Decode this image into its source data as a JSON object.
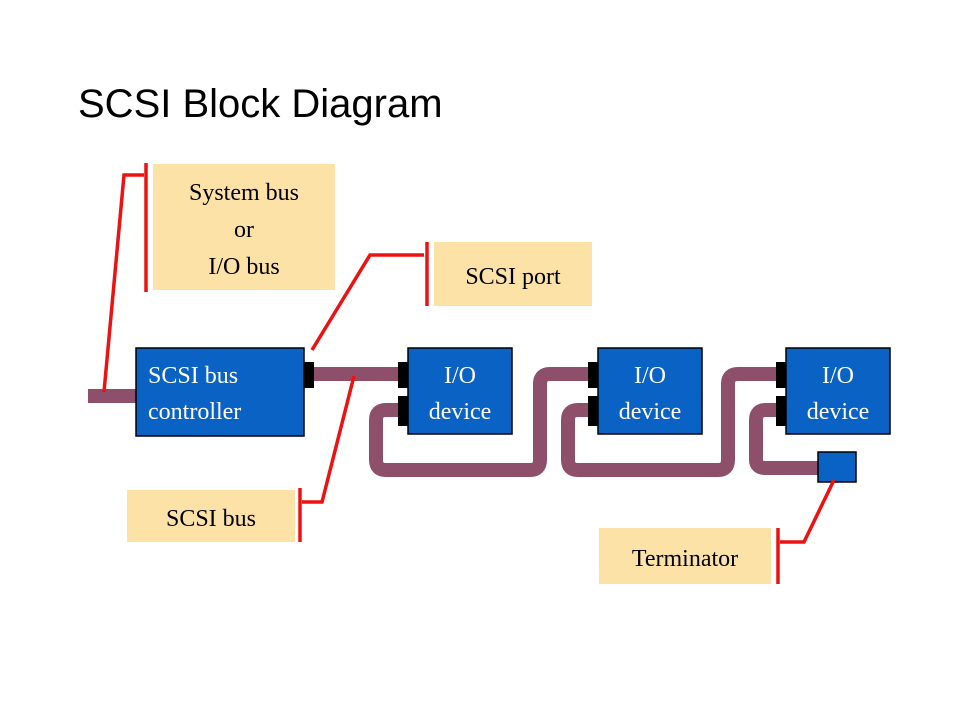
{
  "title": "SCSI Block Diagram",
  "colors": {
    "bus": "#8e4f6b",
    "box_fill": "#0a63c4",
    "box_stroke": "#000000",
    "connector": "#000000",
    "callout_fill": "#fde2a8",
    "leader_line": "#ee1111",
    "box_text": "#ffffff",
    "callout_text": "#000000"
  },
  "callouts": {
    "system_bus": [
      "System bus",
      "or",
      "I/O bus"
    ],
    "scsi_port": "SCSI port",
    "scsi_bus": "SCSI bus",
    "terminator": "Terminator"
  },
  "controller": {
    "label": [
      "SCSI bus",
      "controller"
    ]
  },
  "devices": [
    {
      "label": [
        "I/O",
        "device"
      ]
    },
    {
      "label": [
        "I/O",
        "device"
      ]
    },
    {
      "label": [
        "I/O",
        "device"
      ]
    }
  ]
}
